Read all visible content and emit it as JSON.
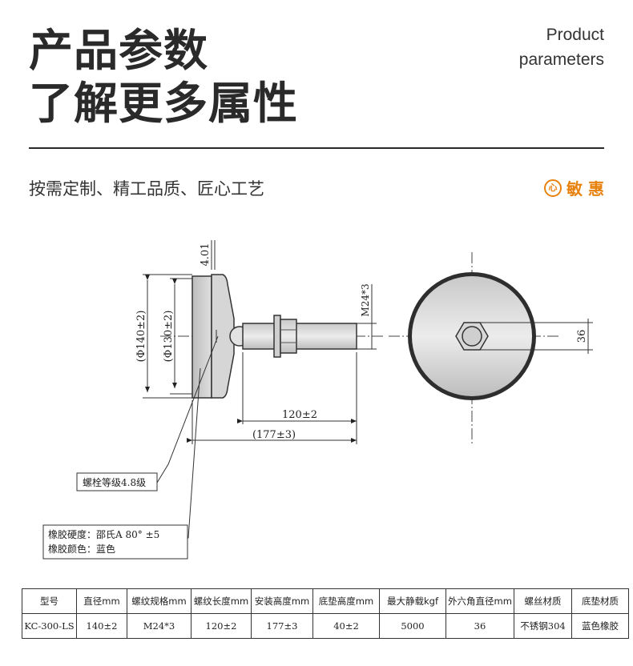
{
  "header": {
    "title_line1": "产品参数",
    "title_line2": "了解更多属性",
    "en_line1": "Product",
    "en_line2": "parameters"
  },
  "slogan": "按需定制、精工品质、匠心工艺",
  "brand": {
    "logo_glyph": "心",
    "name": "敏 惠",
    "color": "#e8820f"
  },
  "drawing": {
    "dim_flange_thickness": "4.01",
    "dim_outer_diameter": "(Φ140±2)",
    "dim_pad_diameter": "(Φ130±2)",
    "dim_thread": "M24*3",
    "dim_thread_length": "120±2",
    "dim_install_height": "(177±3)",
    "dim_hex": "36",
    "note_bolt": "螺栓等级4.8级",
    "note_rubber_hardness": "橡胶硬度：邵氏A 80° ±5",
    "note_rubber_color": "橡胶颜色：蓝色"
  },
  "table": {
    "headers": [
      "型号",
      "直径mm",
      "螺纹规格mm",
      "螺纹长度mm",
      "安装高度mm",
      "底垫高度mm",
      "最大静载kgf",
      "外六角直径mm",
      "螺丝材质",
      "底垫材质"
    ],
    "rows": [
      [
        "KC-300-LS",
        "140±2",
        "M24*3",
        "120±2",
        "177±3",
        "40±2",
        "5000",
        "36",
        "不锈钢304",
        "蓝色橡胶"
      ]
    ]
  }
}
